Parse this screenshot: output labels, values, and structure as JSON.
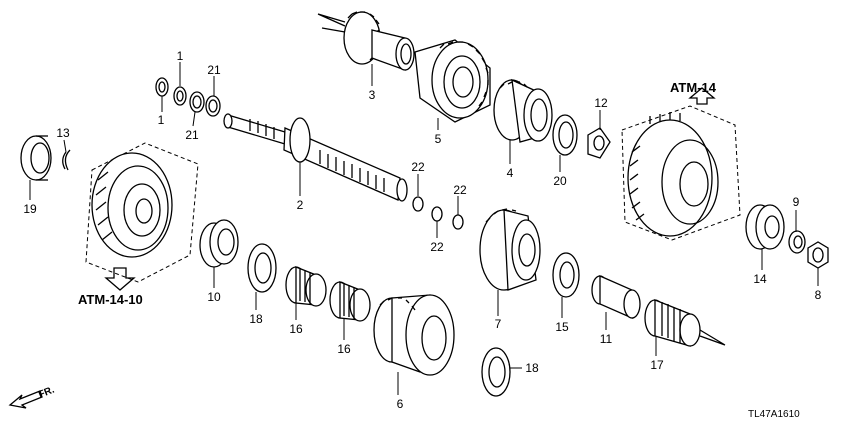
{
  "diagram": {
    "refs": {
      "top_right": "ATM-14",
      "left": "ATM-14-10"
    },
    "direction_label": "FR.",
    "diagram_code": "TL47A1610",
    "callouts": [
      "1",
      "1",
      "21",
      "21",
      "3",
      "5",
      "4",
      "20",
      "12",
      "13",
      "19",
      "2",
      "22",
      "22",
      "22",
      "10",
      "18",
      "16",
      "16",
      "6",
      "18",
      "7",
      "15",
      "11",
      "17",
      "9",
      "14",
      "8"
    ]
  }
}
